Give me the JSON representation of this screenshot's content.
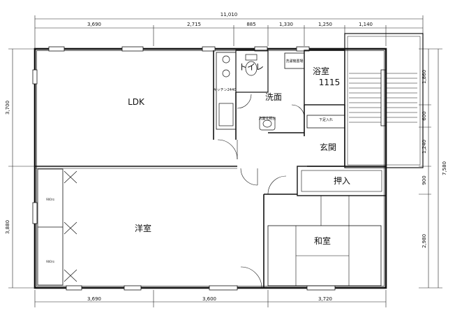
{
  "dimensions": {
    "top_total": "11,010",
    "top_segments": [
      "3,690",
      "2,715",
      "885",
      "1,330",
      "1,250",
      "1,140"
    ],
    "bottom_segments": [
      "3,690",
      "3,600",
      "3,720"
    ],
    "left_segments": [
      "3,700",
      "3,880"
    ],
    "right_segments": [
      "1,860",
      "600",
      "1,240",
      "900",
      "2,980"
    ],
    "right_total": "7,580"
  },
  "rooms": {
    "ldk": "LDK",
    "toilet": "トイレ",
    "bath": "浴室",
    "bath_size": "1115",
    "washroom": "洗面",
    "entrance": "玄関",
    "closet": "押入",
    "western": "洋室",
    "japanese": "和室"
  },
  "annotations": {
    "washer": "洗濯機置場",
    "kitchen": "キッチン2440",
    "vanity": "洗面化粧台",
    "shoe_box": "下足入れ",
    "closet_a": "900ｸﾛ",
    "closet_b": "900ｸﾛ"
  }
}
